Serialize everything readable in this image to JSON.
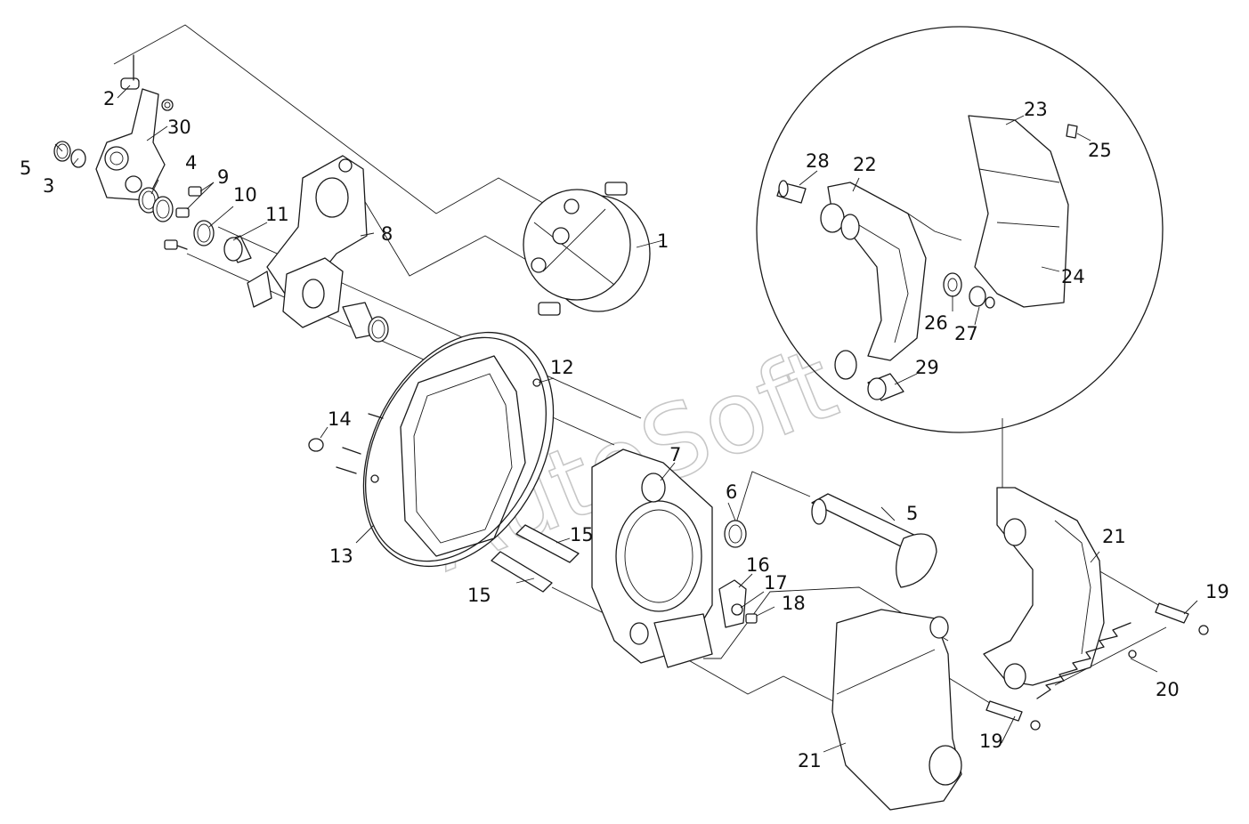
{
  "watermark": "AutoSoft",
  "callouts": [
    {
      "id": "c1",
      "text": "1"
    },
    {
      "id": "c2",
      "text": "2"
    },
    {
      "id": "c3",
      "text": "3"
    },
    {
      "id": "c4",
      "text": "4"
    },
    {
      "id": "c5a",
      "text": "5"
    },
    {
      "id": "c5b",
      "text": "5"
    },
    {
      "id": "c6",
      "text": "6"
    },
    {
      "id": "c7",
      "text": "7"
    },
    {
      "id": "c8",
      "text": "8"
    },
    {
      "id": "c9",
      "text": "9"
    },
    {
      "id": "c10",
      "text": "10"
    },
    {
      "id": "c11",
      "text": "11"
    },
    {
      "id": "c12",
      "text": "12"
    },
    {
      "id": "c13",
      "text": "13"
    },
    {
      "id": "c14",
      "text": "14"
    },
    {
      "id": "c15a",
      "text": "15"
    },
    {
      "id": "c15b",
      "text": "15"
    },
    {
      "id": "c16",
      "text": "16"
    },
    {
      "id": "c17",
      "text": "17"
    },
    {
      "id": "c18",
      "text": "18"
    },
    {
      "id": "c19a",
      "text": "19"
    },
    {
      "id": "c19b",
      "text": "19"
    },
    {
      "id": "c20",
      "text": "20"
    },
    {
      "id": "c21a",
      "text": "21"
    },
    {
      "id": "c21b",
      "text": "21"
    },
    {
      "id": "c22",
      "text": "22"
    },
    {
      "id": "c23",
      "text": "23"
    },
    {
      "id": "c24",
      "text": "24"
    },
    {
      "id": "c25",
      "text": "25"
    },
    {
      "id": "c26",
      "text": "26"
    },
    {
      "id": "c27",
      "text": "27"
    },
    {
      "id": "c28",
      "text": "28"
    },
    {
      "id": "c29",
      "text": "29"
    },
    {
      "id": "c30",
      "text": "30"
    }
  ]
}
